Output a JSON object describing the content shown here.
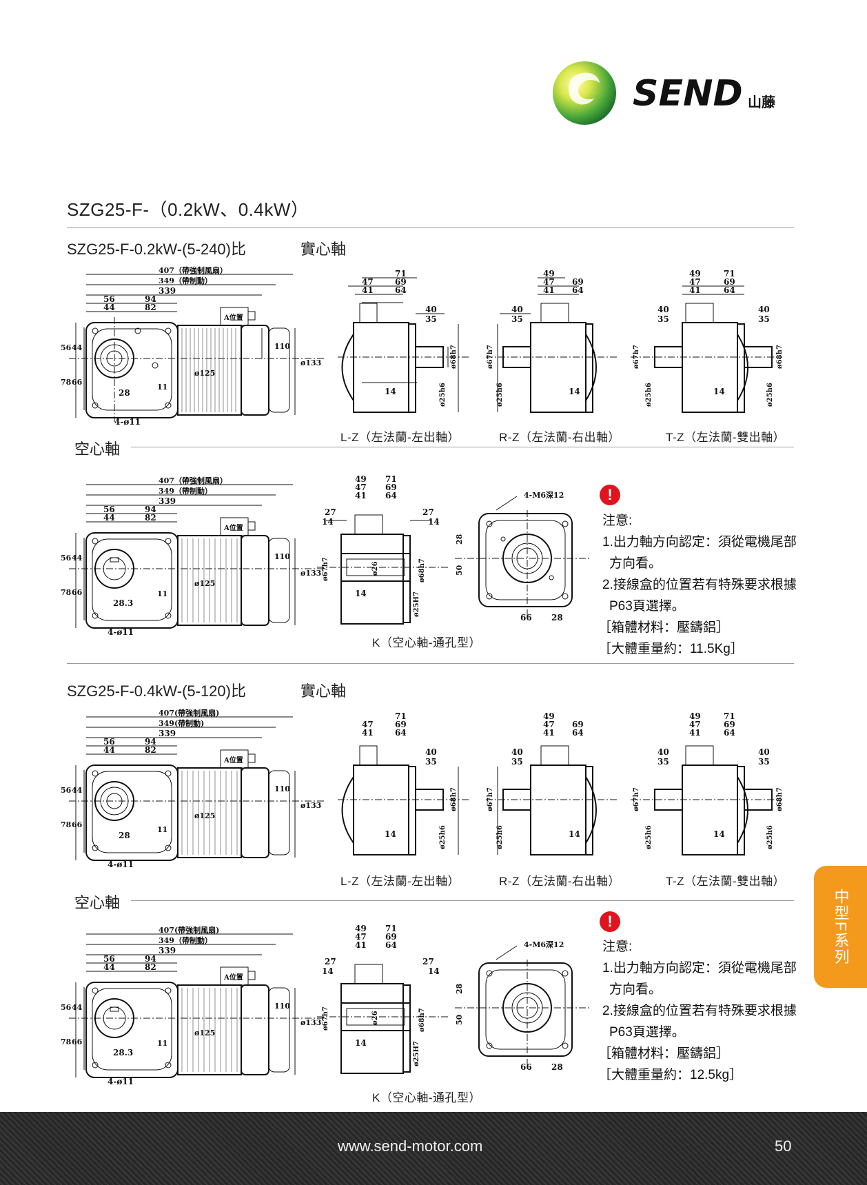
{
  "brand": {
    "name": "SEND",
    "cn": "山藤"
  },
  "page_title": "SZG25-F-（0.2kW、0.4kW）",
  "section1": {
    "heading": "SZG25-F-0.2kW-(5-240)比",
    "solid": "實心軸",
    "hollow": "空心軸",
    "captions": [
      "L-Z（左法蘭-左出軸）",
      "R-Z（左法蘭-右出軸）",
      "T-Z（左法蘭-雙出軸）"
    ],
    "k_caption": "K（空心軸-通孔型）",
    "notes": {
      "title": "注意:",
      "line1": "1.出力軸方向認定：須從電機尾部",
      "line1b": "方向看。",
      "line2": "2.接線盒的位置若有特殊要求根據",
      "line2b": "P63頁選擇。",
      "material": "［箱體材料：壓鑄鋁］",
      "weight": "［大體重量約：11.5Kg］"
    }
  },
  "section2": {
    "heading": "SZG25-F-0.4kW-(5-120)比",
    "solid": "實心軸",
    "hollow": "空心軸",
    "captions": [
      "L-Z（左法蘭-左出軸）",
      "R-Z（左法蘭-右出軸）",
      "T-Z（左法蘭-雙出軸）"
    ],
    "k_caption": "K（空心軸-通孔型）",
    "notes": {
      "title": "注意:",
      "line1": "1.出力軸方向認定：須從電機尾部",
      "line1b": "方向看。",
      "line2": "2.接線盒的位置若有特殊要求根據",
      "line2b": "P63頁選擇。",
      "material": "［箱體材料：壓鑄鋁］",
      "weight": "［大體重量約：12.5kg］"
    }
  },
  "dims": {
    "d407": "407（帶強制風扇）",
    "d407b": "407(帶強制風扇)",
    "d349": "349（帶制動）",
    "d349b": "349(帶制動)",
    "d339": "339",
    "d56": "56",
    "d44": "44",
    "d94": "94",
    "d82": "82",
    "d78": "78",
    "d66": "66",
    "d28": "28",
    "d283": "28.3",
    "d11": "11",
    "d4011": "4-ø11",
    "dA": "A位置",
    "d110": "110",
    "d133": "ø133",
    "d125": "ø125",
    "d47": "47",
    "d41": "41",
    "d71": "71",
    "d69": "69",
    "d64": "64",
    "d49": "49",
    "d40": "40",
    "d35": "35",
    "d14": "14",
    "d27": "27",
    "d68h7": "ø68h7",
    "d67h7": "ø67h7",
    "d25h6": "ø25h6",
    "d26": "ø26",
    "d25H7": "ø25H7",
    "d50": "50",
    "dM6": "4-M6深12"
  },
  "side_tab": "中型F系列",
  "footer": {
    "url": "www.send-motor.com",
    "page": "50"
  },
  "colors": {
    "accent": "#f39a1c",
    "footer": "#2c2c2c"
  }
}
